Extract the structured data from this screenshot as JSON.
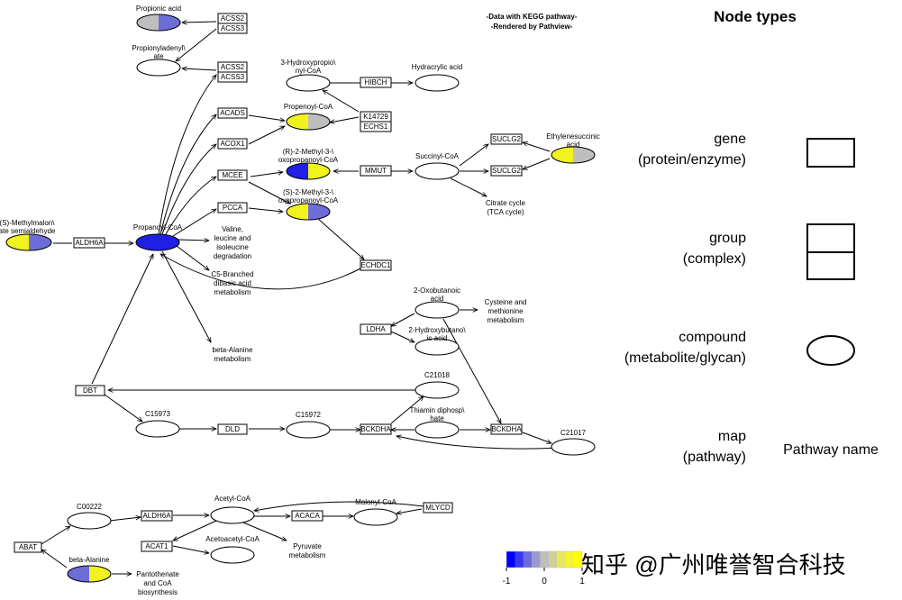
{
  "header": {
    "line1": "-Data with KEGG pathway-",
    "line2": "-Rendered  by  Pathview-"
  },
  "legend": {
    "title": "Node types",
    "gene": [
      "gene",
      "(protein/enzyme)"
    ],
    "group": [
      "group",
      "(complex)"
    ],
    "compound": [
      "compound",
      "(metabolite/glycan)"
    ],
    "map": [
      "map",
      "(pathway)"
    ],
    "map_example": "Pathway name"
  },
  "colorkey": {
    "ticks": [
      "-1",
      "0",
      "1"
    ],
    "colors": [
      "#0000ff",
      "#3838f0",
      "#6b6be0",
      "#9a9ad2",
      "#bebebe",
      "#cfcf9a",
      "#e6e660",
      "#f4f430",
      "#ffff00"
    ]
  },
  "watermark": "知乎 @广州唯誉智合科技",
  "colors": {
    "blue": "#1f1fe6",
    "midblue": "#6d6dd8",
    "gray": "#bebebe",
    "yellow": "#f2f21e"
  },
  "genes": {
    "acss2_a": "ACSS2",
    "acss3_a": "ACSS3",
    "acss2_b": "ACSS2",
    "acss3_b": "ACSS3",
    "acads": "ACADS",
    "acox1": "ACOX1",
    "mcee": "MCEE",
    "pcca": "PCCA",
    "aldh6a_top": "ALDH6A",
    "hibch": "HIBCH",
    "k14729": "K14729",
    "echs1": "ECHS1",
    "mmut": "MMUT",
    "suclg2_a": "SUCLG2",
    "suclg2_b": "SUCLG2",
    "echdc1": "ECHDC1",
    "ldha": "LDHA",
    "dbt": "DBT",
    "dld": "DLD",
    "bckdha_a": "BCKDHA",
    "bckdha_b": "BCKDHA",
    "abat": "ABAT",
    "aldh6a_bottom": "ALDH6A",
    "acat1": "ACAT1",
    "acaca": "ACACA",
    "mlycd": "MLYCD"
  },
  "compounds": {
    "propionic_acid": "Propionic acid",
    "propionyladenylate_1": "Propionyladenyl\\",
    "propionyladenylate_2": "ate",
    "hydroxypropionyl_1": "3-Hydroxypropio\\",
    "hydroxypropionyl_2": "nyl-CoA",
    "hydracrylic_acid": "Hydracrylic acid",
    "propenoyl_coa": "Propenoyl-CoA",
    "r_methyl_1": "(R)-2-Methyl-3-\\",
    "r_methyl_2": "oxopropanoyl-CoA",
    "s_methyl_1": "(S)-2-Methyl-3-\\",
    "s_methyl_2": "oxopropanoyl-CoA",
    "succinyl_coa": "Succinyl-CoA",
    "ethylenesuccinic_1": "Ethylenesuccinic",
    "ethylenesuccinic_2": "acid",
    "methylmalonate_1": "(S)-Methylmalon\\",
    "methylmalonate_2": "ate semialdehyde",
    "propanoyl_coa": "Propanoyl-CoA",
    "oxobutanoic_1": "2-Oxobutanoic",
    "oxobutanoic_2": "acid",
    "hydroxybutanoic_1": "2-Hydroxybutano\\",
    "hydroxybutanoic_2": "ic acid",
    "c21018": "C21018",
    "c15973": "C15973",
    "c15972": "C15972",
    "thiamin_1": "Thiamin diphosp\\",
    "thiamin_2": "hate",
    "c21017": "C21017",
    "c00222": "C00222",
    "acetyl_coa": "Acetyl-CoA",
    "malonyl_coa": "Malonyl-CoA",
    "acetoacetyl_coa": "Acetoacetyl-CoA",
    "beta_alanine": "beta-Alanine"
  },
  "maps": {
    "valine": [
      "Valine,",
      "leucine and",
      "isoleucine",
      "degradation"
    ],
    "c5": [
      "C5-Branched",
      "dibasic acid",
      "metabolism"
    ],
    "beta_alanine_met": [
      "beta-Alanine",
      "metabolism"
    ],
    "citrate": [
      "Citrate cycle",
      "(TCA cycle)"
    ],
    "cysteine": [
      "Cysteine and",
      "methionine",
      "metabolism"
    ],
    "pyruvate": [
      "Pyruvate",
      "metabolism"
    ],
    "pantothenate": [
      "Pantothenate",
      "and CoA",
      "biosynthesis"
    ]
  }
}
